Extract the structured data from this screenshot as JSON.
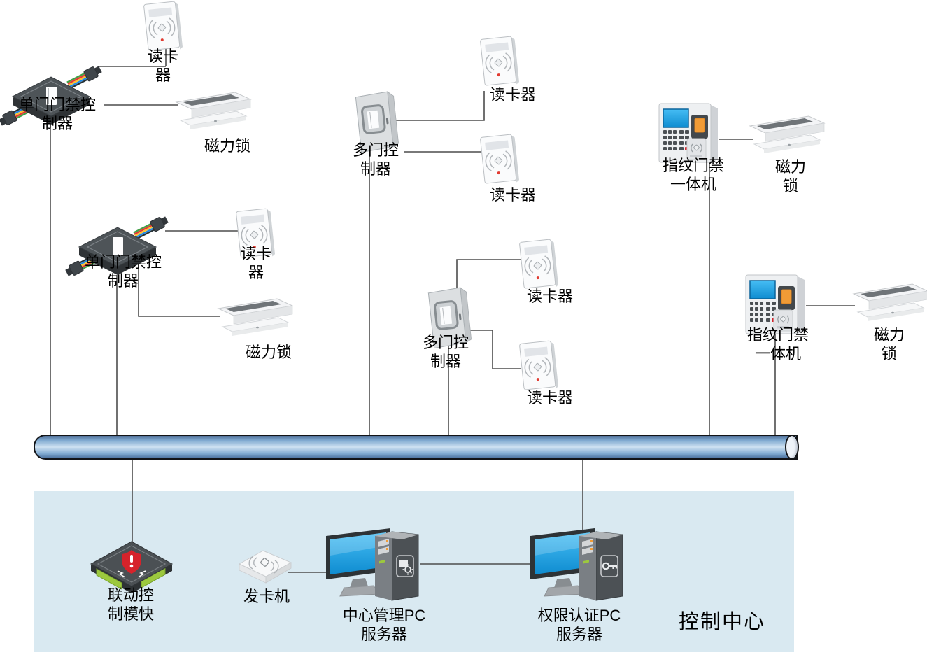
{
  "zone": {
    "label": "控制中心"
  },
  "devices": {
    "reader_a": {
      "label": "读卡\n器"
    },
    "controller_single_1": {
      "label": "单门门禁控\n制器"
    },
    "lock_1": {
      "label": "磁力锁"
    },
    "controller_multi_1": {
      "label": "多门控\n制器"
    },
    "reader_b": {
      "label": "读卡器"
    },
    "reader_c": {
      "label": "读卡器"
    },
    "fingerprint_1": {
      "label": "指纹门禁\n一体机"
    },
    "lock_2": {
      "label": "磁力\n锁"
    },
    "controller_single_2": {
      "label": "单门门禁控\n制器"
    },
    "reader_d": {
      "label": "读卡\n器"
    },
    "lock_3": {
      "label": "磁力锁"
    },
    "controller_multi_2": {
      "label": "多门控\n制器"
    },
    "reader_e": {
      "label": "读卡器"
    },
    "reader_f": {
      "label": "读卡器"
    },
    "fingerprint_2": {
      "label": "指纹门禁\n一体机"
    },
    "lock_4": {
      "label": "磁力\n锁"
    },
    "linkage_module": {
      "label": "联动控\n制模快"
    },
    "card_issuer": {
      "label": "发卡机"
    },
    "pc_mgmt": {
      "label": "中心管理PC\n服务器"
    },
    "pc_auth": {
      "label": "权限认证PC\n服务器"
    }
  },
  "colors": {
    "zone_bg": "#d9e9f1",
    "bus_blue": "#7fa9d0",
    "screen_blue": "#1b9ce0",
    "alert_red": "#d6232b",
    "terminal_green": "#9cc83e",
    "fingerprint_orange": "#f09b36",
    "device_dark": "#4c5155",
    "wire": "#4d4d4d"
  }
}
